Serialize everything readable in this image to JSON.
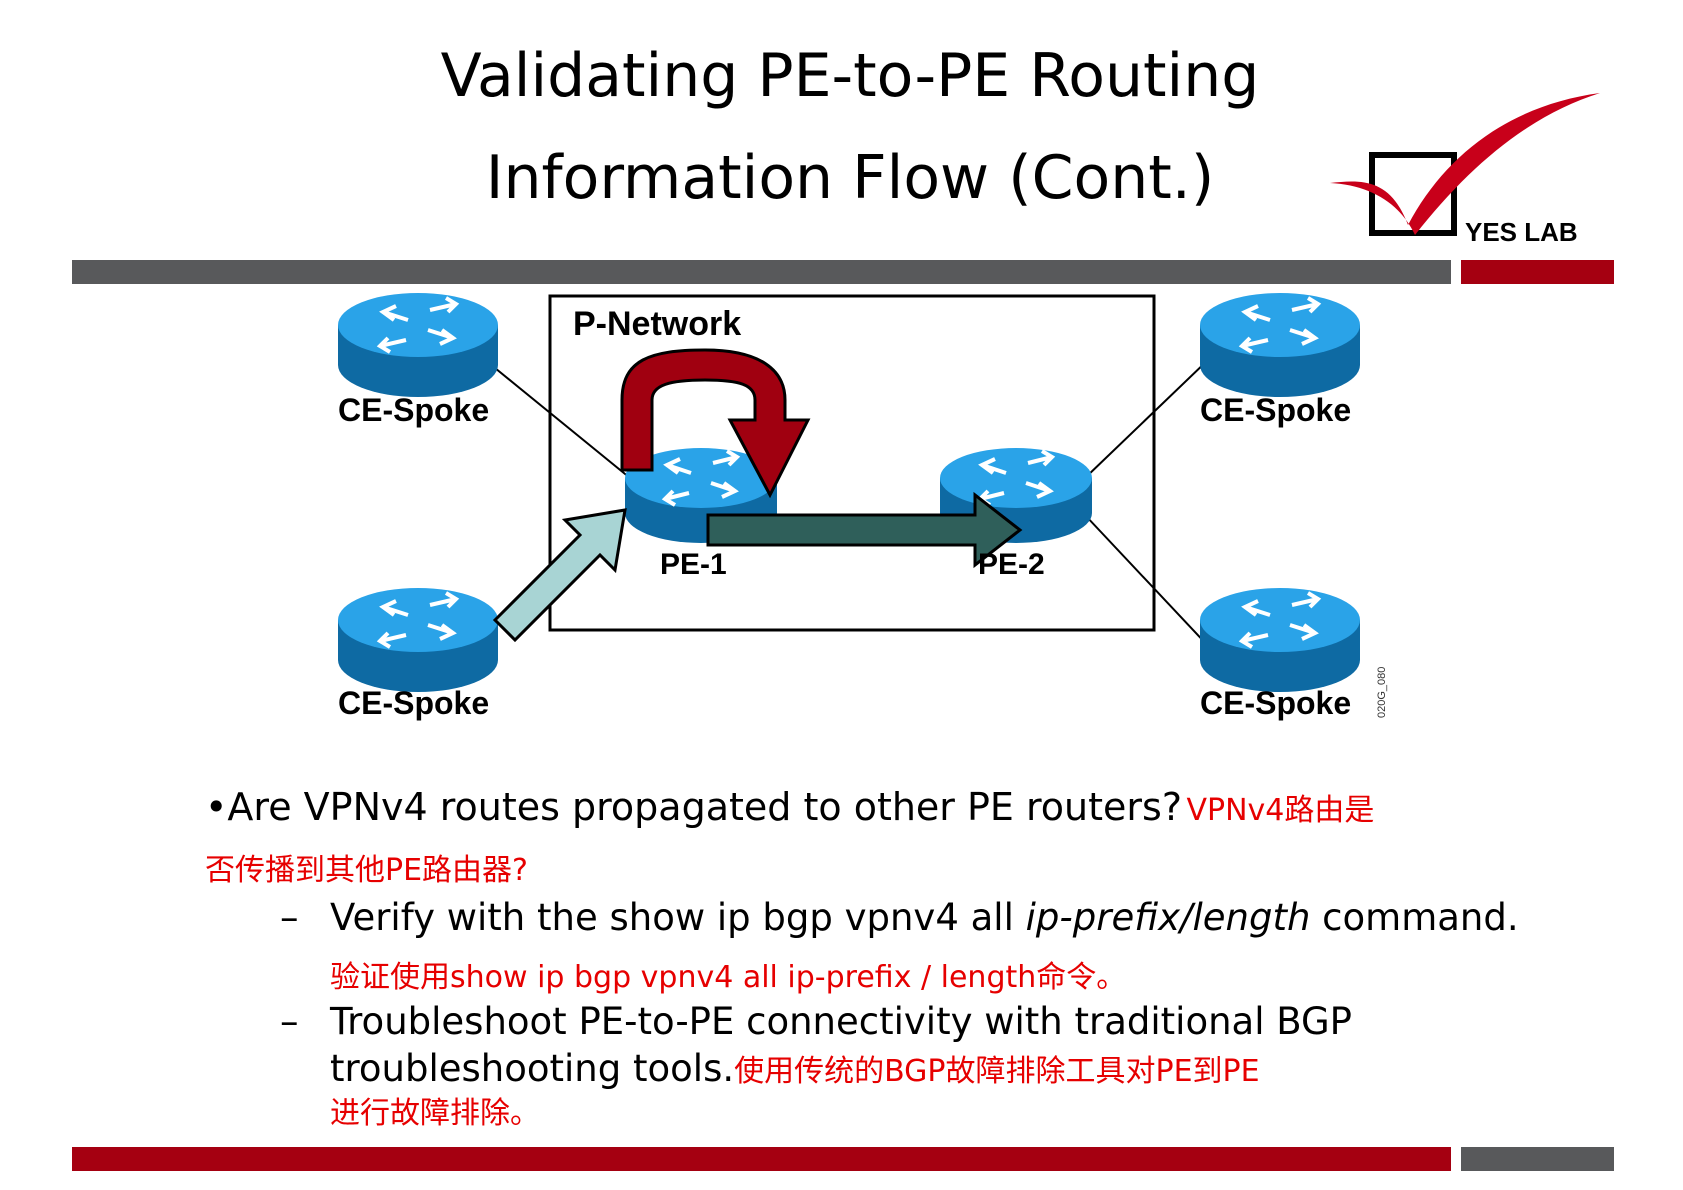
{
  "slide": {
    "title_line1": "Validating PE-to-PE Routing",
    "title_line2": "Information Flow (Cont.)",
    "logo_text": "YES LAB",
    "colors": {
      "dark_red": "#a50011",
      "gray_bar": "#58595b",
      "router_blue": "#1a8ccf",
      "red_text": "#e60000"
    }
  },
  "diagram": {
    "network_label": "P-Network",
    "nodes": {
      "ce_top_left": "CE-Spoke",
      "ce_bottom_left": "CE-Spoke",
      "ce_top_right": "CE-Spoke",
      "ce_bottom_right": "CE-Spoke",
      "pe1": "PE-1",
      "pe2": "PE-2"
    },
    "figure_code": "020G_080",
    "icons": [
      "router-icon",
      "loop-arrow-icon",
      "arrow-right-icon",
      "arrow-up-icon",
      "checkmark-icon"
    ]
  },
  "content": {
    "bullet1_en": "•Are VPNv4 routes propagated to other PE routers?",
    "bullet1_cn_a": "VPNv4路由是",
    "bullet1_cn_b": "否传播到其他PE路由器?",
    "dash": "–",
    "sub1_en_a": "Verify with the show ip bgp vpnv4 all ",
    "sub1_en_italic": "ip-prefix/length",
    "sub1_en_b": " command.",
    "sub1_cn": "验证使用show ip bgp vpnv4 all ip-prefix / length命令。",
    "sub2_en_a": "Troubleshoot PE-to-PE connectivity with traditional BGP",
    "sub2_en_b": "troubleshooting tools.",
    "sub2_cn_a": "使用传统的BGP故障排除工具对PE到PE",
    "sub2_cn_b": "进行故障排除。"
  }
}
